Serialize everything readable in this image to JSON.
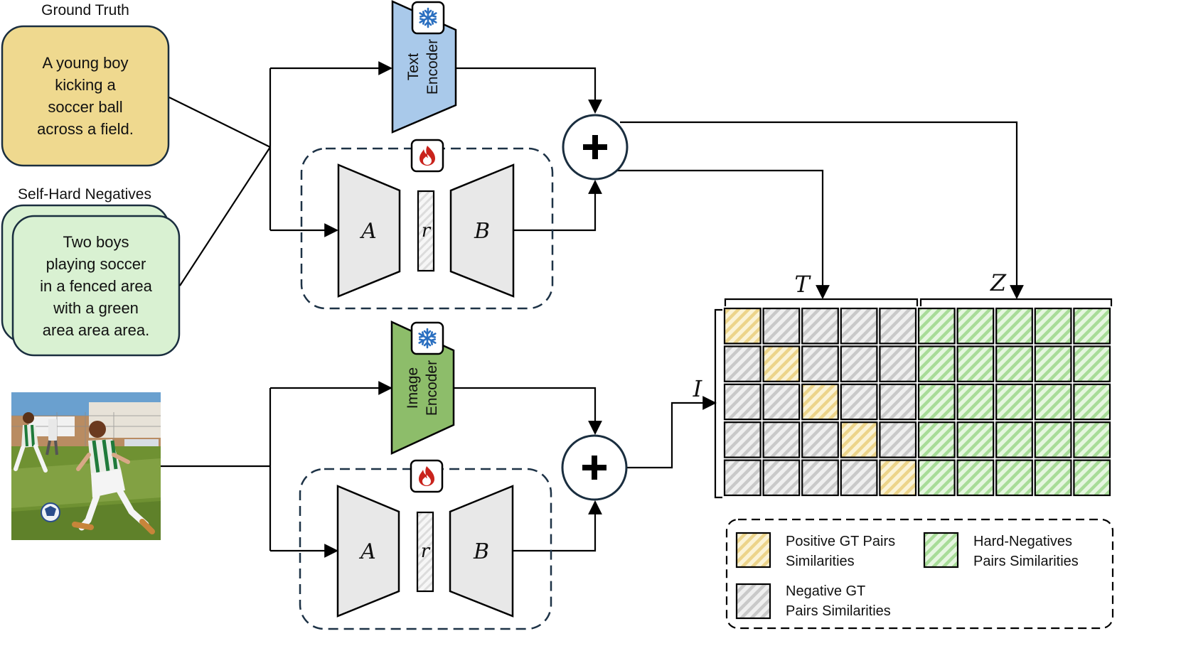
{
  "ground_truth": {
    "heading": "Ground Truth",
    "caption_lines": [
      "A young boy",
      "kicking a",
      "soccer ball",
      "across a field."
    ]
  },
  "negatives": {
    "heading": "Self-Hard Negatives",
    "caption_lines": [
      "Two boys",
      "playing soccer",
      "in a fenced area",
      "with a green",
      "area area area."
    ]
  },
  "text_encoder": {
    "label_lines": [
      "Text",
      "Encoder"
    ],
    "state_icon": "snowflake-icon"
  },
  "image_encoder": {
    "label_lines": [
      "Image",
      "Encoder"
    ],
    "state_icon": "snowflake-icon"
  },
  "lora": {
    "a": "A",
    "r": "r",
    "b": "B",
    "state_icon": "fire-icon"
  },
  "plus": "+",
  "matrix": {
    "top_left_label": "T",
    "top_right_label": "Z",
    "row_label": "I",
    "rows": 5,
    "cols": 10,
    "cells": [
      [
        "pos",
        "neg",
        "neg",
        "neg",
        "neg",
        "hard",
        "hard",
        "hard",
        "hard",
        "hard"
      ],
      [
        "neg",
        "pos",
        "neg",
        "neg",
        "neg",
        "hard",
        "hard",
        "hard",
        "hard",
        "hard"
      ],
      [
        "neg",
        "neg",
        "pos",
        "neg",
        "neg",
        "hard",
        "hard",
        "hard",
        "hard",
        "hard"
      ],
      [
        "neg",
        "neg",
        "neg",
        "pos",
        "neg",
        "hard",
        "hard",
        "hard",
        "hard",
        "hard"
      ],
      [
        "neg",
        "neg",
        "neg",
        "neg",
        "pos",
        "hard",
        "hard",
        "hard",
        "hard",
        "hard"
      ]
    ]
  },
  "legend": {
    "positive_lines": [
      "Positive GT Pairs",
      "Similarities"
    ],
    "hard_lines": [
      "Hard-Negatives",
      "Pairs Similarities"
    ],
    "negative_lines": [
      "Negative GT",
      "Pairs Similarities"
    ]
  },
  "colors": {
    "ground_truth_fill": "#efd98f",
    "negative_fill": "#d9f1d2",
    "text_encoder_fill": "#a9c9ea",
    "image_encoder_fill": "#8dbd6a",
    "lora_fill": "#e8e8e8",
    "positive_cell": "#ecd48a",
    "negative_cell": "#c9c9c9",
    "hard_cell": "#a8dc98",
    "dashed_border": "#1d3246",
    "fire_red": "#c9231c",
    "snow_blue": "#2a6fc0"
  }
}
